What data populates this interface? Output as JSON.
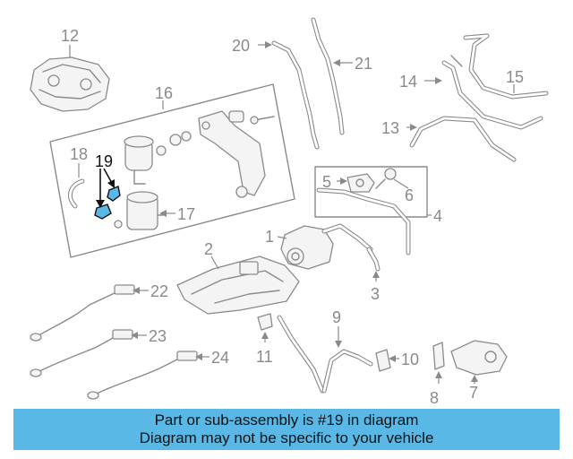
{
  "callouts": {
    "c1": "1",
    "c2": "2",
    "c3": "3",
    "c4": "4",
    "c5": "5",
    "c6": "6",
    "c7": "7",
    "c8": "8",
    "c9": "9",
    "c10": "10",
    "c11": "11",
    "c12": "12",
    "c13": "13",
    "c14": "14",
    "c15": "15",
    "c16": "16",
    "c17": "17",
    "c18": "18",
    "c19": "19",
    "c20": "20",
    "c21": "21",
    "c22": "22",
    "c23": "23",
    "c24": "24"
  },
  "highlighted_part": "19",
  "banner": {
    "line1": "Part or sub-assembly is #19 in diagram",
    "line2": "Diagram may not be specific to your vehicle"
  },
  "colors": {
    "banner_background": "#5ab8e6",
    "highlight_fill": "#5ab8e6",
    "line_art": "#8a8a8a",
    "highlight_outline": "#111111"
  }
}
